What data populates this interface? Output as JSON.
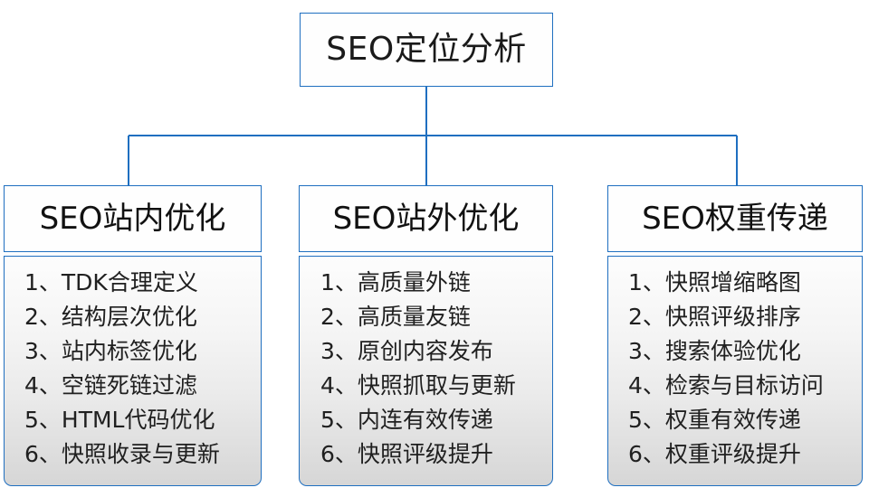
{
  "diagram": {
    "type": "org-chart",
    "accent_color": "#1f6fc0",
    "text_color": "#1a1a1a",
    "body_background": "#eaeaea",
    "root": {
      "label": "SEO定位分析"
    },
    "branches": [
      {
        "header": "SEO站内优化",
        "items": [
          "1、TDK合理定义",
          "2、结构层次优化",
          "3、站内标签优化",
          "4、空链死链过滤",
          "5、HTML代码优化",
          "6、快照收录与更新"
        ]
      },
      {
        "header": "SEO站外优化",
        "items": [
          "1、高质量外链",
          "2、高质量友链",
          "3、原创内容发布",
          "4、快照抓取与更新",
          "5、内连有效传递",
          "6、快照评级提升"
        ]
      },
      {
        "header": "SEO权重传递",
        "items": [
          "1、快照增缩略图",
          "2、快照评级排序",
          "3、搜索体验优化",
          "4、检索与目标访问",
          "5、权重有效传递",
          "6、权重评级提升"
        ]
      }
    ]
  }
}
